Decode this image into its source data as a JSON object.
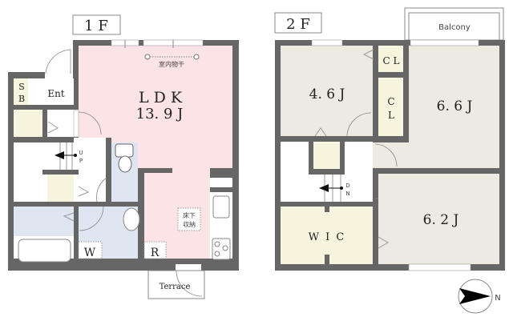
{
  "floor1": {
    "label": "1 F",
    "rooms": {
      "ldk": "L D K",
      "ldk_size": "13. 9 J",
      "indoor_drying": "室内物干",
      "underfloor_storage_1": "床下",
      "underfloor_storage_2": "収納",
      "sb_1": "S",
      "sb_2": "B",
      "entrance": "Ent",
      "washer": "W",
      "fridge": "R",
      "terrace": "Terrace",
      "stairs_up_1": "U",
      "stairs_up_2": "P"
    }
  },
  "floor2": {
    "label": "2 F",
    "rooms": {
      "balcony": "Balcony",
      "room_a": "4. 6 J",
      "room_b": "6. 6 J",
      "room_c": "6. 2 J",
      "closet_top": "C L",
      "closet_mid_1": "C",
      "closet_mid_2": "L",
      "wic": "W I C",
      "stairs_down_1": "D",
      "stairs_down_2": "N"
    }
  },
  "compass": {
    "north": "N"
  },
  "colors": {
    "ldk": "#fbe3e6",
    "wet": "#dfe6f2",
    "storage": "#f6f4dc",
    "room": "#edeae2",
    "wall": "#666666"
  }
}
